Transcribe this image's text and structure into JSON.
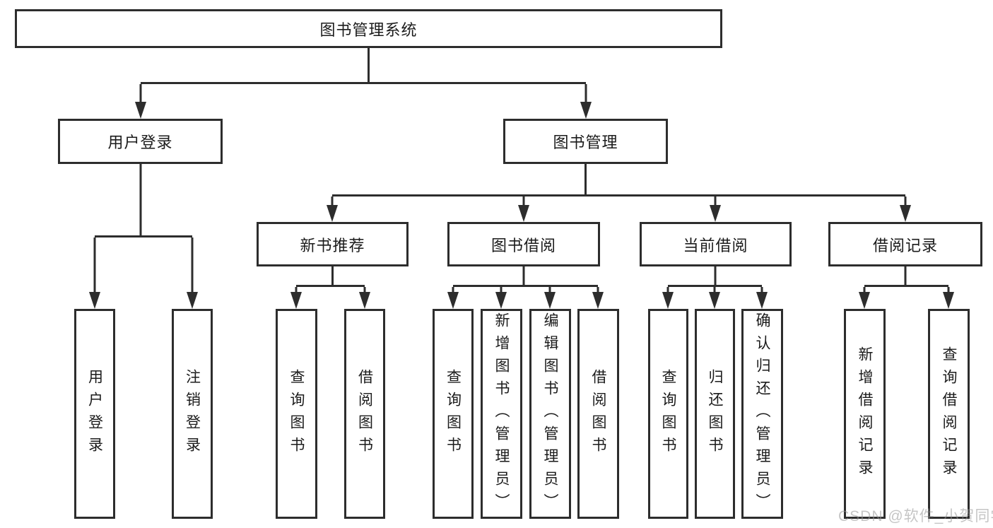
{
  "root": {
    "label": "图书管理系统"
  },
  "level2": [
    {
      "label": "用户登录"
    },
    {
      "label": "图书管理"
    }
  ],
  "level3": [
    {
      "label": "新书推荐"
    },
    {
      "label": "图书借阅"
    },
    {
      "label": "当前借阅"
    },
    {
      "label": "借阅记录"
    }
  ],
  "leaves": {
    "user": [
      {
        "label": "用户登录"
      },
      {
        "label": "注销登录"
      }
    ],
    "recommend": [
      {
        "label": "查询图书"
      },
      {
        "label": "借阅图书"
      }
    ],
    "borrow": [
      {
        "label": "查询图书"
      },
      {
        "label": "新增图书（管理员）"
      },
      {
        "label": "编辑图书（管理员）"
      },
      {
        "label": "借阅图书"
      }
    ],
    "current": [
      {
        "label": "查询图书"
      },
      {
        "label": "归还图书"
      },
      {
        "label": "确认归还（管理员）"
      }
    ],
    "records": [
      {
        "label": "新增借阅记录"
      },
      {
        "label": "查询借阅记录"
      }
    ]
  },
  "watermark": "CSDN @软件_小贺同学",
  "colors": {
    "line": "#2d2d2d",
    "text": "#1b1b1b",
    "box_background": "#ffffff",
    "watermark": "#bfbfbf",
    "page_background": "#ffffff"
  }
}
